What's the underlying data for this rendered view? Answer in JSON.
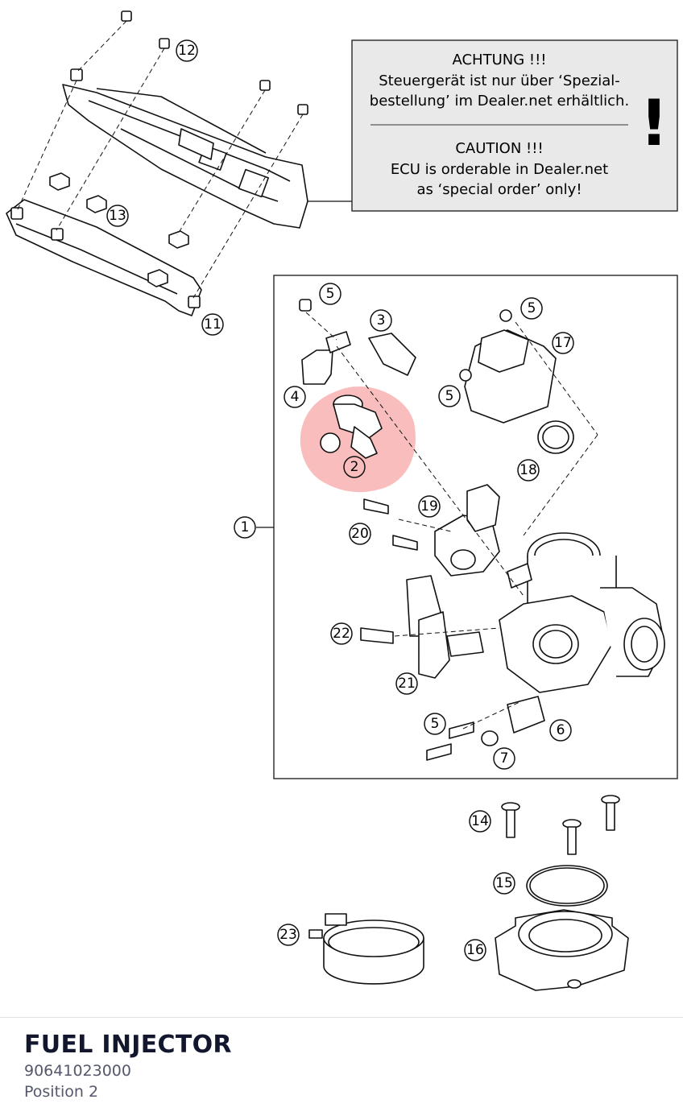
{
  "warning": {
    "de_title": "ACHTUNG !!!",
    "de_line1": "Steuergerät ist nur über ‘Spezial-",
    "de_line2": "bestellung’ im Dealer.net erhältlich.",
    "en_title": "CAUTION !!!",
    "en_line1": "ECU is orderable in Dealer.net",
    "en_line2": "as ‘special order’ only!",
    "mark": "!"
  },
  "callouts": {
    "c1": "1",
    "c2": "2",
    "c3": "3",
    "c4": "4",
    "c5a": "5",
    "c5b": "5",
    "c5c": "5",
    "c5d": "5",
    "c6": "6",
    "c7": "7",
    "c11": "11",
    "c12": "12",
    "c13": "13",
    "c14": "14",
    "c15": "15",
    "c16": "16",
    "c17": "17",
    "c18": "18",
    "c19": "19",
    "c20": "20",
    "c21": "21",
    "c22": "22",
    "c23": "23"
  },
  "selection": {
    "title": "FUEL INJECTOR",
    "part_number": "90641023000",
    "position": "Position 2"
  },
  "colors": {
    "highlight": "#f26d6d",
    "title": "#13172e",
    "subtext": "#53586a",
    "warning_bg": "#e9e9e9"
  }
}
